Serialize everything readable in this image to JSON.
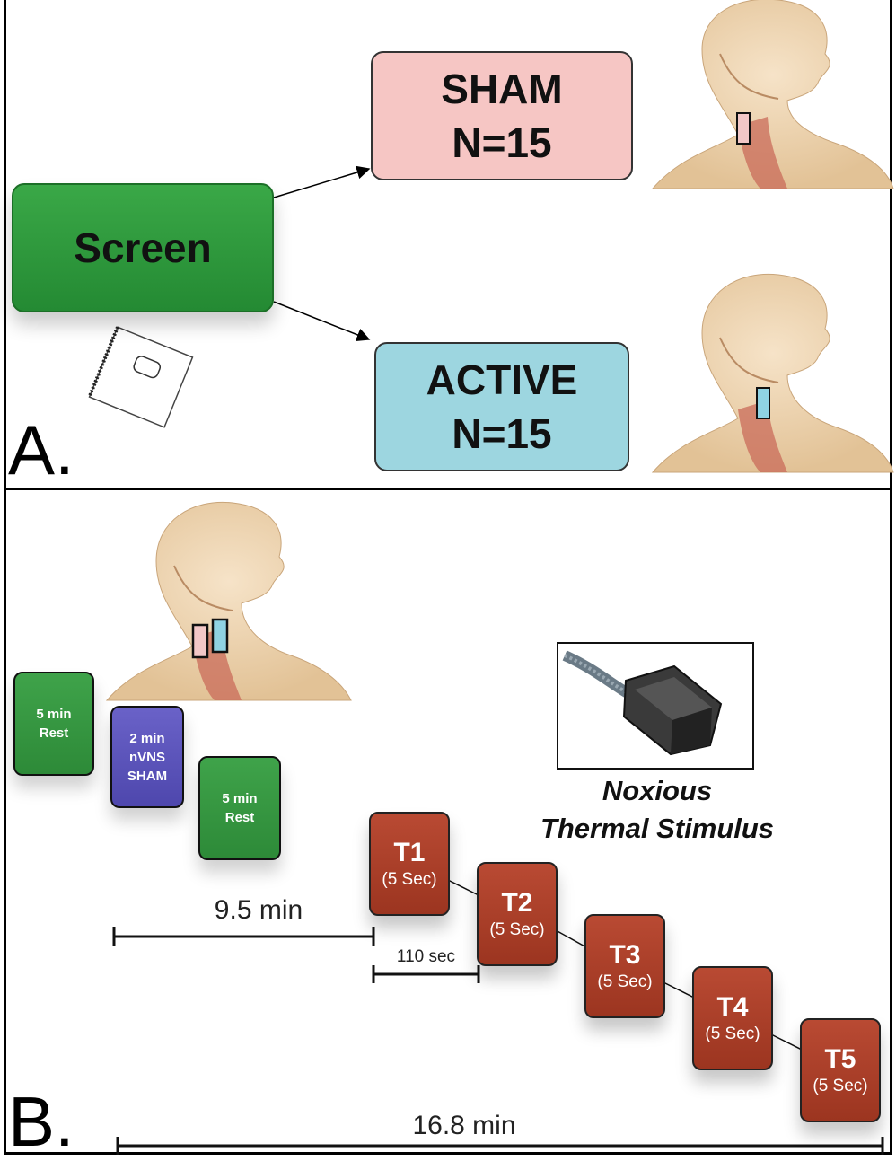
{
  "panel_a": {
    "letter": "A.",
    "screen": "Screen",
    "sham": {
      "line1": "SHAM",
      "line2": "N=15"
    },
    "active": {
      "line1": "ACTIVE",
      "line2": "N=15"
    }
  },
  "panel_b": {
    "letter": "B.",
    "rest1": {
      "line1": "5 min",
      "line2": "Rest"
    },
    "nvns": {
      "line1": "2 min",
      "line2": "nVNS",
      "line3": "SHAM"
    },
    "rest2": {
      "line1": "5 min",
      "line2": "Rest"
    },
    "stimulus": {
      "line1": "Noxious",
      "line2": "Thermal Stimulus"
    },
    "trials": [
      {
        "label": "T1",
        "duration": "(5 Sec)"
      },
      {
        "label": "T2",
        "duration": "(5 Sec)"
      },
      {
        "label": "T3",
        "duration": "(5 Sec)"
      },
      {
        "label": "T4",
        "duration": "(5 Sec)"
      },
      {
        "label": "T5",
        "duration": "(5 Sec)"
      }
    ],
    "span_baseline": "9.5 min",
    "span_interval": "110 sec",
    "span_total": "16.8 min"
  },
  "colors": {
    "sham": "#f6c6c4",
    "active": "#9dd6e0",
    "screen": "#2f9a3c",
    "rest": "#2f8f3a",
    "nvns": "#5a53b8",
    "trial": "#a83a25"
  }
}
